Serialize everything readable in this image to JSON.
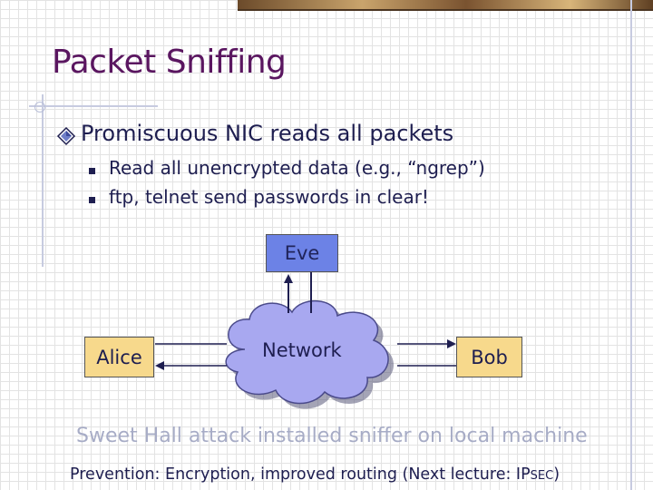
{
  "slide": {
    "title": "Packet Sniffing",
    "main_bullet": "Promiscuous NIC reads all packets",
    "sub_bullets": [
      "Read all unencrypted data (e.g., “ngrep”)",
      "ftp, telnet send passwords in clear!"
    ]
  },
  "diagram": {
    "eve_label": "Eve",
    "alice_label": "Alice",
    "network_label": "Network",
    "bob_label": "Bob"
  },
  "footer": {
    "sweet_hall": "Sweet Hall attack installed sniffer on local machine",
    "prevention_prefix": "Prevention:  Encryption, improved routing (Next lecture: IP",
    "prevention_smallcaps": "SEC",
    "prevention_suffix": ")"
  },
  "colors": {
    "title": "#5a1660",
    "text": "#1e1e50",
    "eve_box": "#6c82e6",
    "endpoint_box": "#f7d98c",
    "cloud": "#a8a8f0",
    "sweet_hall_text": "#a7acc6"
  },
  "icons": {
    "main_bullet": "diamond-bullet-icon",
    "sub_bullet": "square-bullet-icon"
  }
}
